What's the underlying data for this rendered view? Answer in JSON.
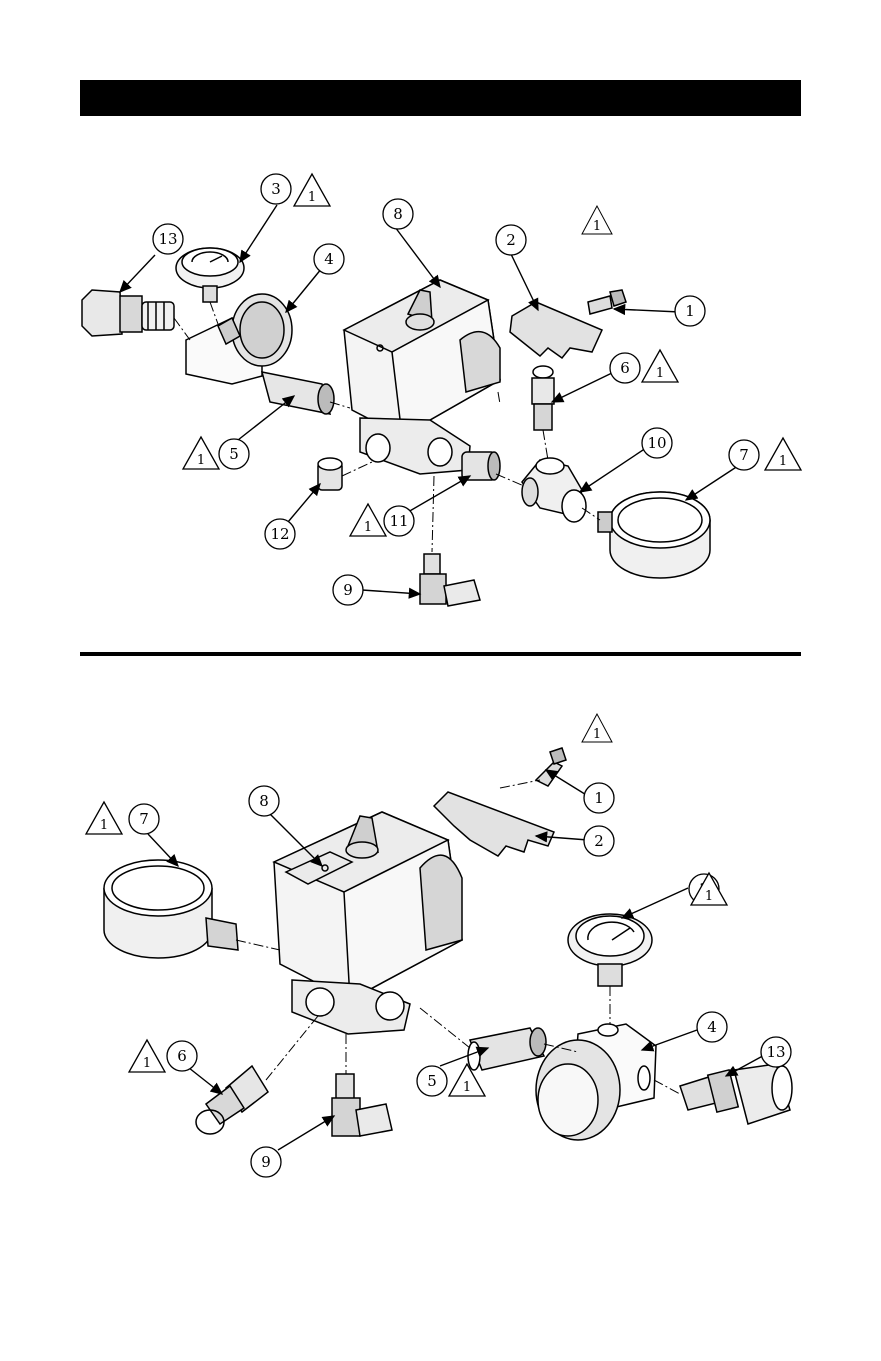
{
  "page": {
    "background": "#ffffff",
    "ink": "#000000",
    "header_bar_color": "#000000"
  },
  "upper_diagram": {
    "callouts": [
      "13",
      "3",
      "4",
      "8",
      "2",
      "1",
      "6",
      "5",
      "10",
      "7",
      "12",
      "11",
      "9"
    ],
    "warning_marks": [
      "1",
      "1",
      "1",
      "1",
      "1",
      "1"
    ]
  },
  "lower_diagram": {
    "callouts": [
      "8",
      "1",
      "2",
      "7",
      "3",
      "4",
      "13",
      "6",
      "5",
      "9"
    ],
    "warning_marks": [
      "1",
      "1",
      "1",
      "1",
      "1",
      "1"
    ]
  }
}
